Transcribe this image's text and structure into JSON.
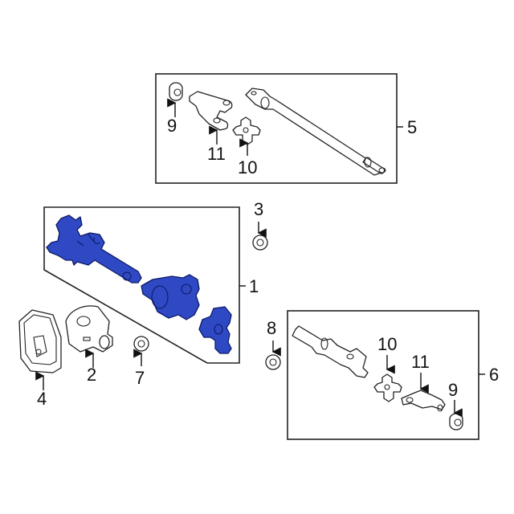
{
  "diagram": {
    "highlight_color": "#2f49c4",
    "outline_color": "#222222",
    "callouts": [
      {
        "id": "c1",
        "label": "1",
        "part": "axle-housing-assembly",
        "highlighted": true
      },
      {
        "id": "c2",
        "label": "2",
        "part": "differential-carrier"
      },
      {
        "id": "c3",
        "label": "3",
        "part": "seal"
      },
      {
        "id": "c4",
        "label": "4",
        "part": "differential-cover"
      },
      {
        "id": "c5",
        "label": "5",
        "part": "axle-shaft-assembly-upper"
      },
      {
        "id": "c6",
        "label": "6",
        "part": "axle-shaft-assembly-lower"
      },
      {
        "id": "c7",
        "label": "7",
        "part": "seal"
      },
      {
        "id": "c8",
        "label": "8",
        "part": "seal"
      },
      {
        "id": "c9a",
        "label": "9",
        "part": "bearing-upper"
      },
      {
        "id": "c10a",
        "label": "10",
        "part": "u-joint-upper"
      },
      {
        "id": "c11a",
        "label": "11",
        "part": "yoke-upper"
      },
      {
        "id": "c9b",
        "label": "9",
        "part": "bearing-lower"
      },
      {
        "id": "c10b",
        "label": "10",
        "part": "u-joint-lower"
      },
      {
        "id": "c11b",
        "label": "11",
        "part": "yoke-lower"
      }
    ]
  }
}
